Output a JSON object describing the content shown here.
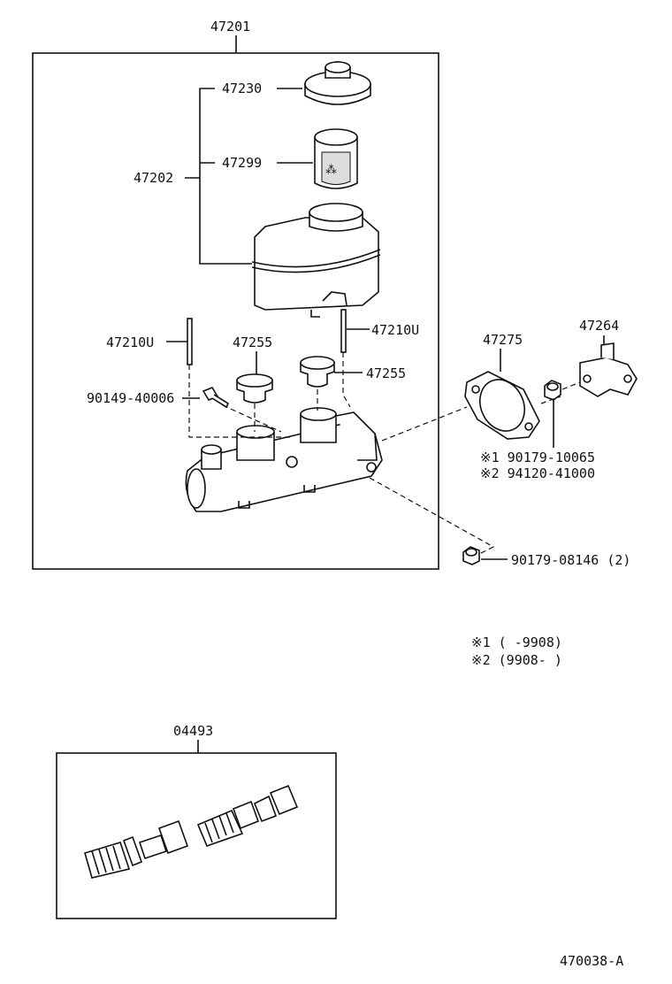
{
  "labels": {
    "assembly": "47201",
    "reservoir_set": "47202",
    "cap": "47230",
    "strainer": "47299",
    "pin_left": "47210U",
    "pin_right": "47210U",
    "grommet_left": "47255",
    "grommet_right": "47255",
    "bolt": "90149-40006",
    "gasket": "47275",
    "bracket": "47264",
    "nut_1": "※1  90179-10065",
    "nut_2": "※2  94120-41000",
    "nut_3": "90179-08146 (2)",
    "note_1": "※1  (       -9908)",
    "note_2": "※2  (9908-       )",
    "kit": "04493",
    "diagram_code": "470038-A"
  }
}
